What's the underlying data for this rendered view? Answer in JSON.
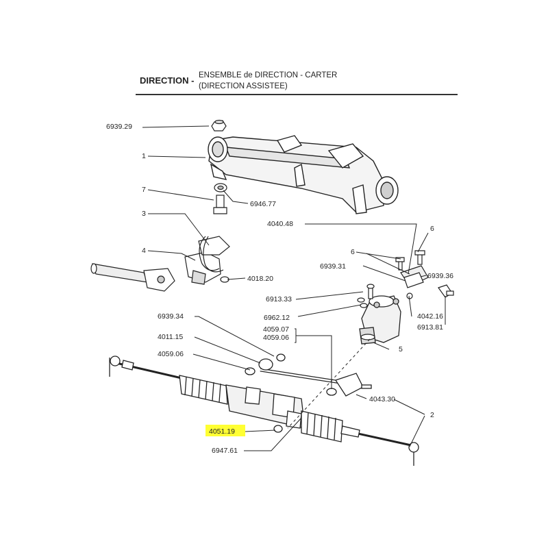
{
  "header": {
    "section": "DIRECTION -",
    "title_line1": "ENSEMBLE de DIRECTION - CARTER",
    "title_line2": "(DIRECTION ASSISTEE)"
  },
  "labels": {
    "l6939_29": "6939.29",
    "l1_top": "1",
    "l7": "7",
    "l6946_77": "6946.77",
    "l3": "3",
    "l4": "4",
    "l4018_20": "4018.20",
    "l4040_48": "4040.48",
    "l6_right": "6",
    "l6_mid": "6",
    "l6939_31": "6939.31",
    "l6939_36": "6939.36",
    "l6913_33": "6913.33",
    "l4042_16": "4042.16",
    "l6939_34": "6939.34",
    "l6962_12": "6962.12",
    "l6913_81": "6913.81",
    "l4059_07": "4059.07",
    "l4059_06_right": "4059.06",
    "l4011_15": "4011.15",
    "l5": "5",
    "l4059_06_left": "4059.06",
    "l4043_30": "4043.30",
    "l2": "2",
    "l4051_19": "4051.19",
    "l6947_61": "6947.61"
  },
  "colors": {
    "highlight": "#ffff33",
    "ink": "#222222"
  }
}
